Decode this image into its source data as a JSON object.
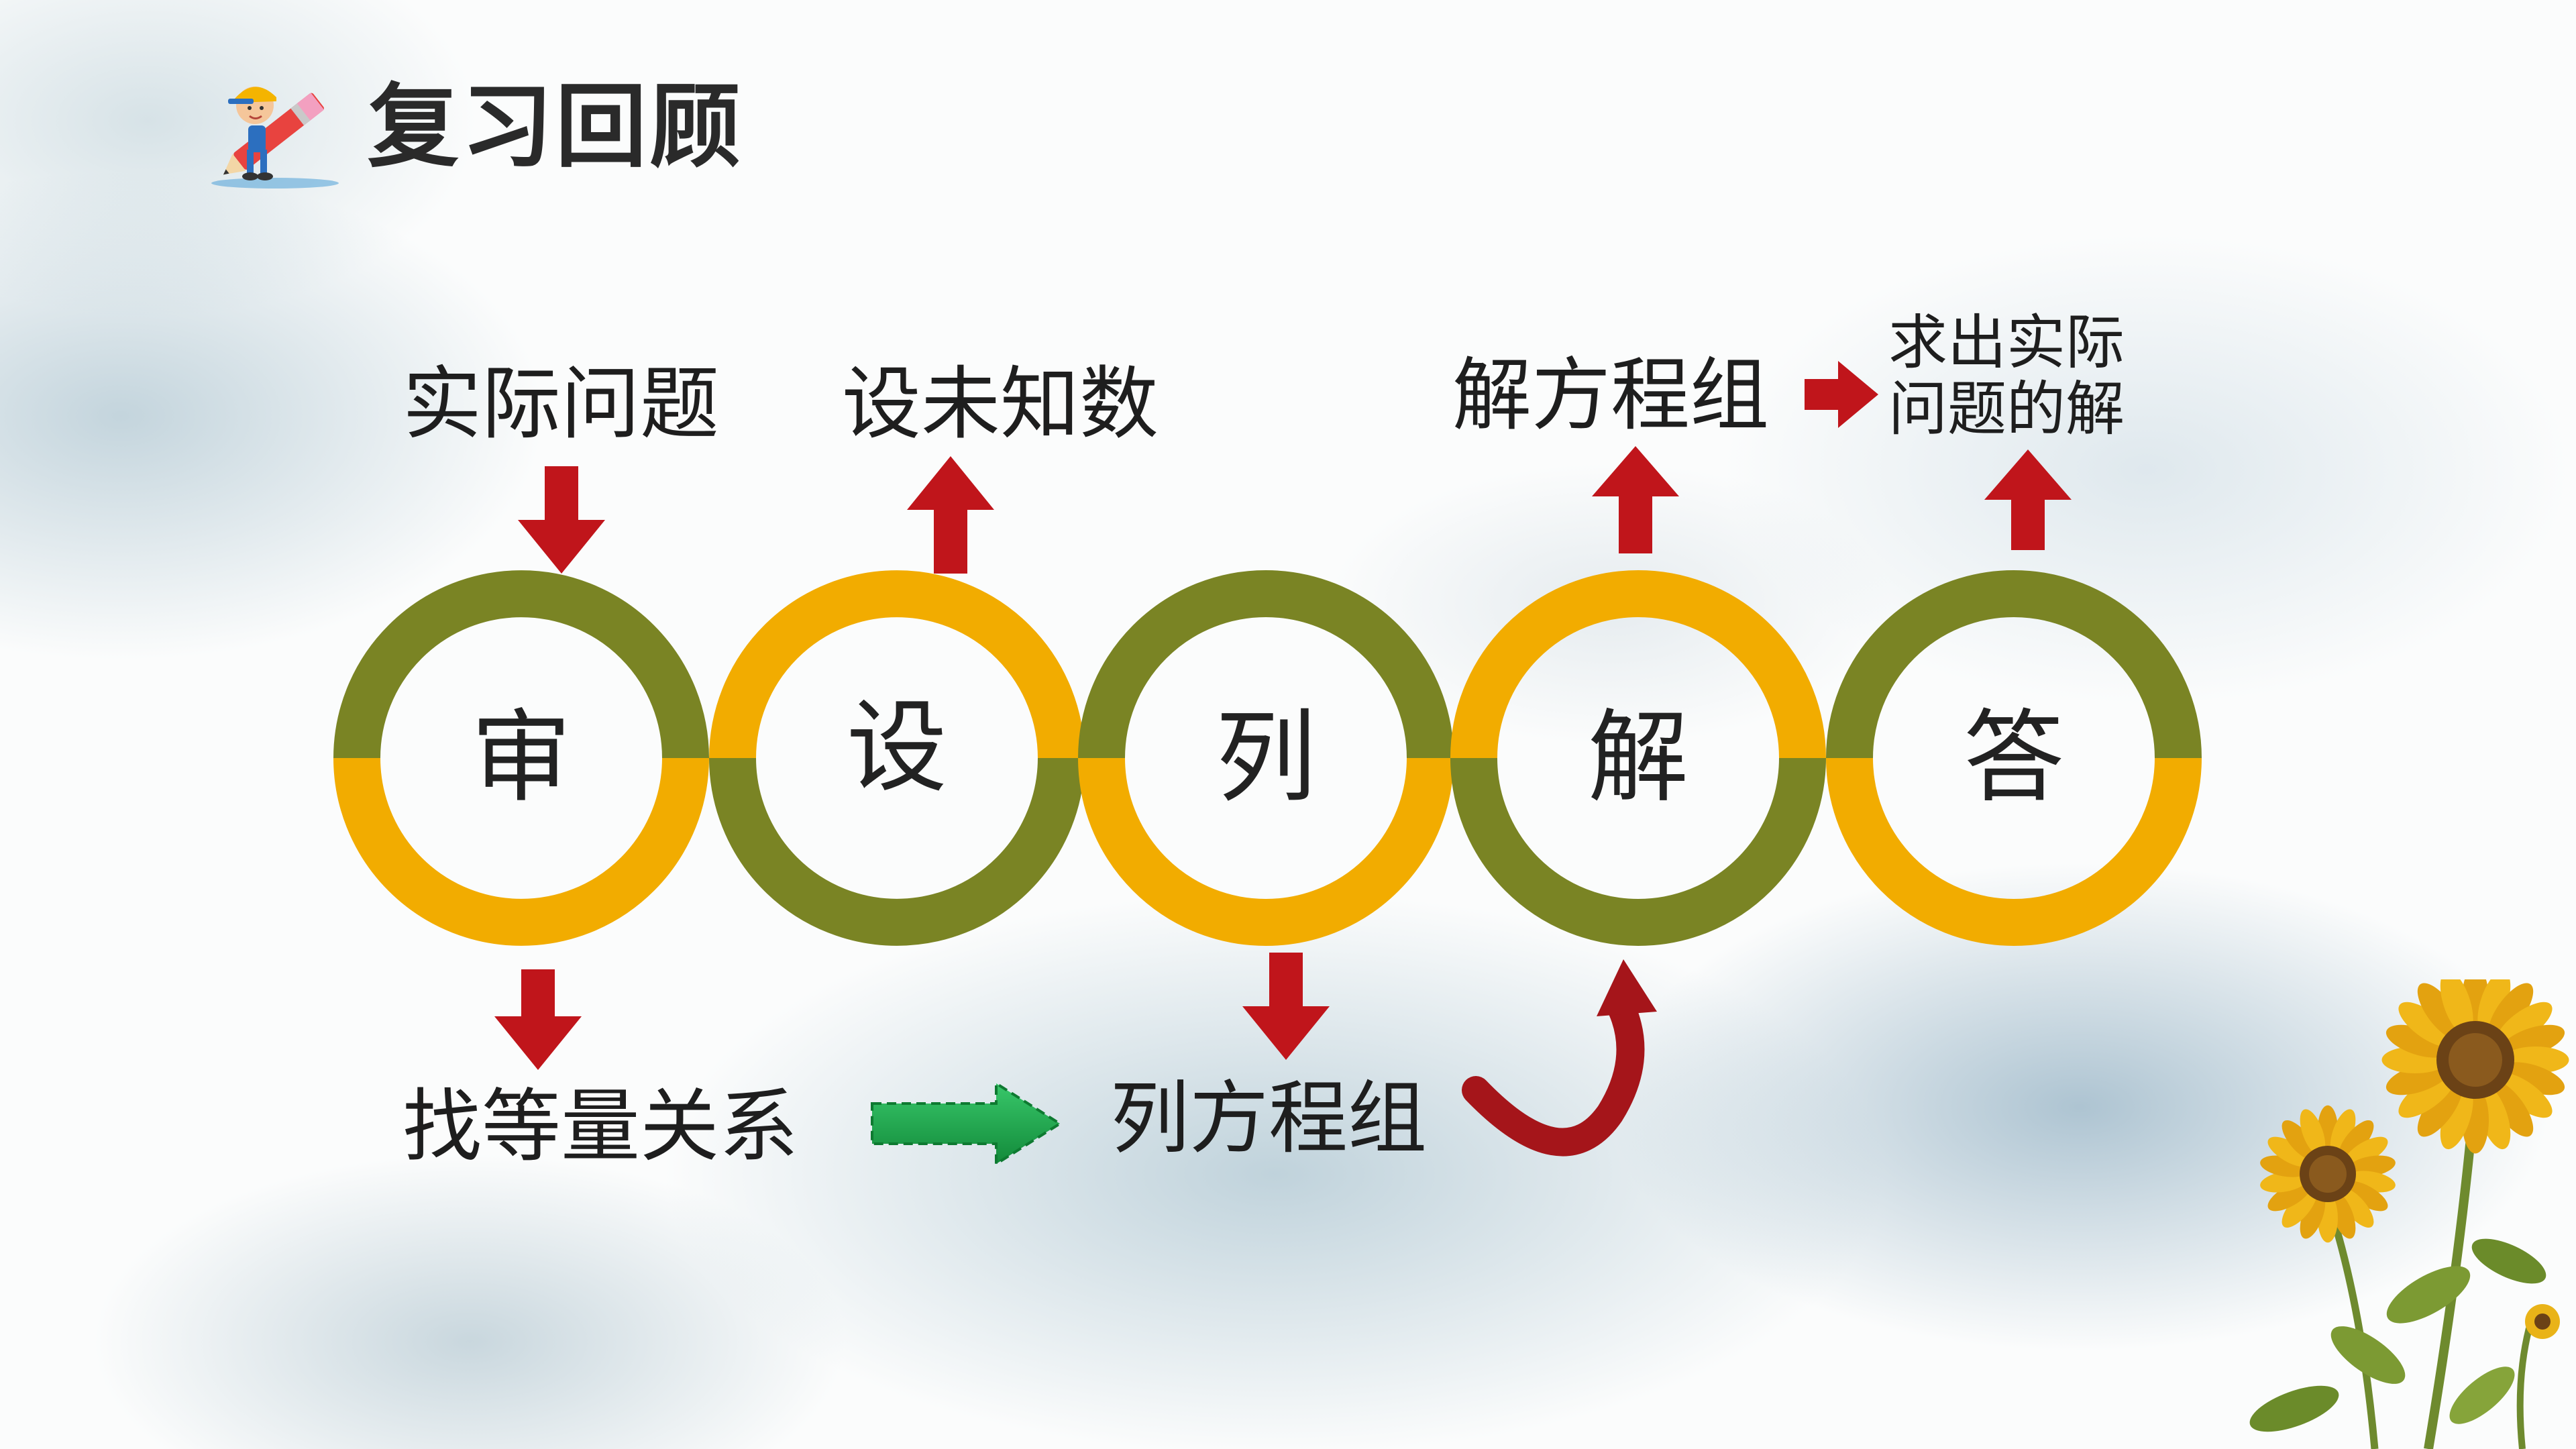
{
  "title": "复习回顾",
  "steps": [
    {
      "char": "审",
      "top_color": "#7a8424",
      "bottom_color": "#f2ac00"
    },
    {
      "char": "设",
      "top_color": "#f2ac00",
      "bottom_color": "#7a8424"
    },
    {
      "char": "列",
      "top_color": "#7a8424",
      "bottom_color": "#f2ac00"
    },
    {
      "char": "解",
      "top_color": "#f2ac00",
      "bottom_color": "#7a8424"
    },
    {
      "char": "答",
      "top_color": "#7a8424",
      "bottom_color": "#f2ac00"
    }
  ],
  "labels": {
    "actual_problem": "实际问题",
    "set_unknowns": "设未知数",
    "solve_system": "解方程组",
    "find_solution_line1": "求出实际",
    "find_solution_line2": "问题的解",
    "find_equal_relation": "找等量关系",
    "list_system": "列方程组"
  },
  "colors": {
    "olive": "#7a8424",
    "amber": "#f2ac00",
    "arrow_red": "#c0151b",
    "arrow_green": "#1faa4a"
  },
  "icons": [
    "mascot-pencil-icon",
    "sunflower-illustration"
  ]
}
